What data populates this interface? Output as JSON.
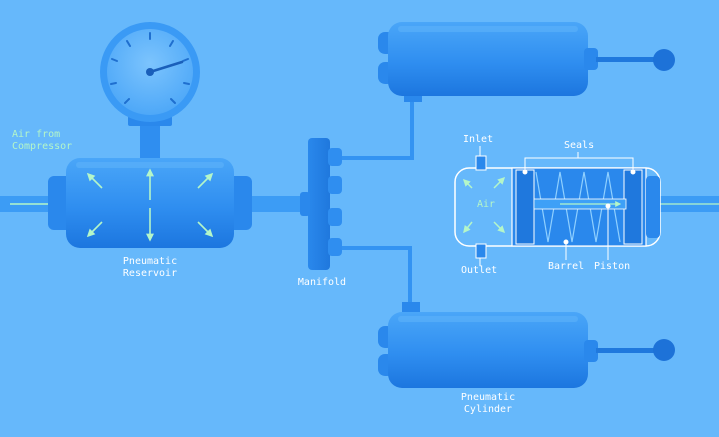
{
  "labels": {
    "air_source_l1": "Air from",
    "air_source_l2": "Compressor",
    "reservoir_l1": "Pneumatic",
    "reservoir_l2": "Reservoir",
    "manifold": "Manifold",
    "cylinder_l1": "Pneumatic",
    "cylinder_l2": "Cylinder",
    "inlet": "Inlet",
    "outlet": "Outlet",
    "air": "Air",
    "seals": "Seals",
    "barrel": "Barrel",
    "piston": "Piston"
  },
  "colors": {
    "background": "#66b8fb",
    "body": "#3393f2",
    "body_dark": "#1f78dd",
    "accent_arrow": "#b4f6c8",
    "label": "#ffffff"
  }
}
